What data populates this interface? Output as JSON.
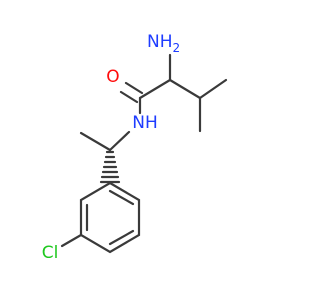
{
  "molecule": {
    "atoms": {
      "nh2": {
        "label": "NH",
        "subscript": "2",
        "color": "#1e3cff"
      },
      "o": {
        "label": "O",
        "color": "#ff0d0d"
      },
      "nh": {
        "label": "NH",
        "color": "#1e3cff"
      },
      "cl": {
        "label": "Cl",
        "color": "#1ec81e"
      }
    }
  },
  "colors": {
    "bond": "#3a3a3a",
    "background": "#ffffff"
  }
}
